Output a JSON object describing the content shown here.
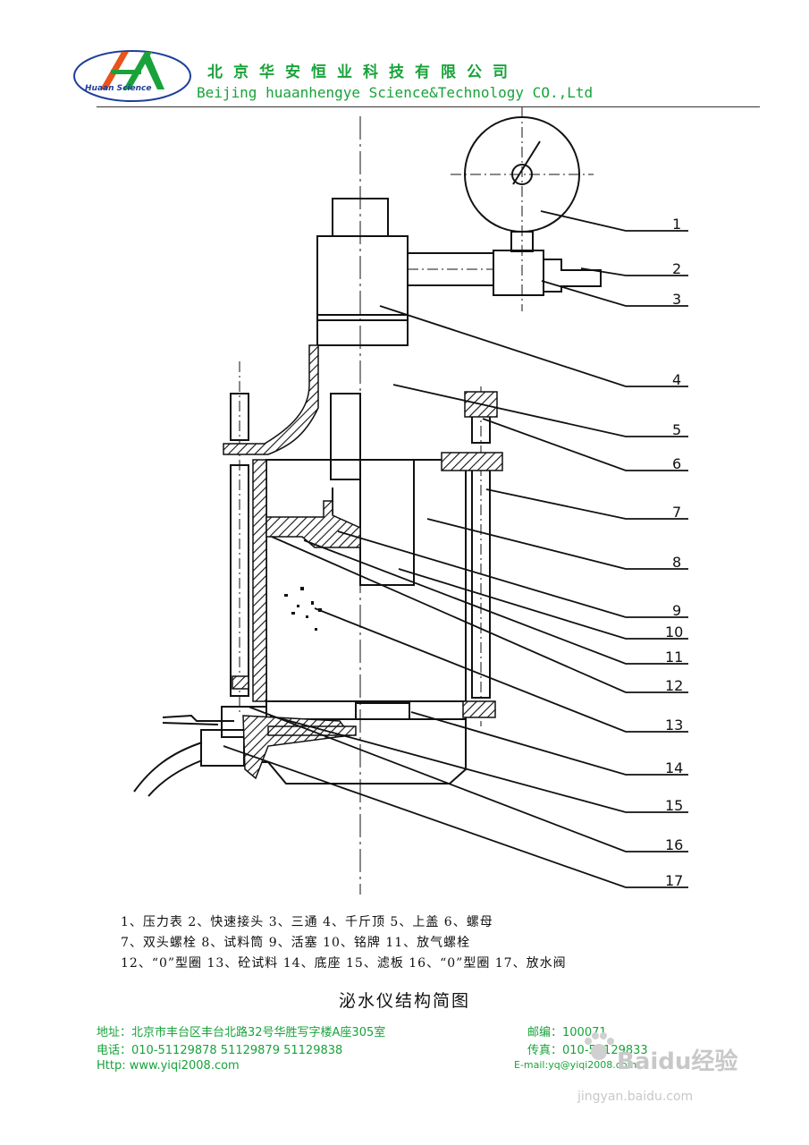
{
  "header": {
    "logo_text": "Huaan Science",
    "company_cn": "北京华安恒业科技有限公司",
    "company_en": "Beijing huaanhengye   Science&Technology CO.,Ltd"
  },
  "part_numbers": [
    "1",
    "2",
    "3",
    "4",
    "5",
    "6",
    "7",
    "8",
    "9",
    "10",
    "11",
    "12",
    "13",
    "14",
    "15",
    "16",
    "17"
  ],
  "legend": {
    "line1": "1、压力表   2、快速接头  3、三通   4、千斤顶   5、上盖 6、螺母",
    "line2": "7、双头螺栓  8、试料筒   9、活塞   10、铭牌   11、放气螺栓",
    "line3": "12、“0”型圈  13、砼试料  14、底座  15、滤板  16、“0”型圈 17、放水阀"
  },
  "diagram_title": "泌水仪结构简图",
  "footer": {
    "address": "地址：北京市丰台区丰台北路32号华胜写字楼A座305室",
    "phone": "电话：010-51129878    51129879    51129838",
    "web": "Http:   www.yiqi2008.com",
    "postcode": "邮编：100071",
    "fax": "传真：010-51129833",
    "email": "E-mail:yq@yiqi2008.com"
  },
  "watermark": {
    "brand": "Baidu经验",
    "url": "jingyan.baidu.com"
  },
  "colors": {
    "brand_green": "#18a33a",
    "logo_blue": "#1e3e9c",
    "logo_orange": "#e8541c",
    "ink": "#111111",
    "watermark": "#c8c8c8"
  }
}
